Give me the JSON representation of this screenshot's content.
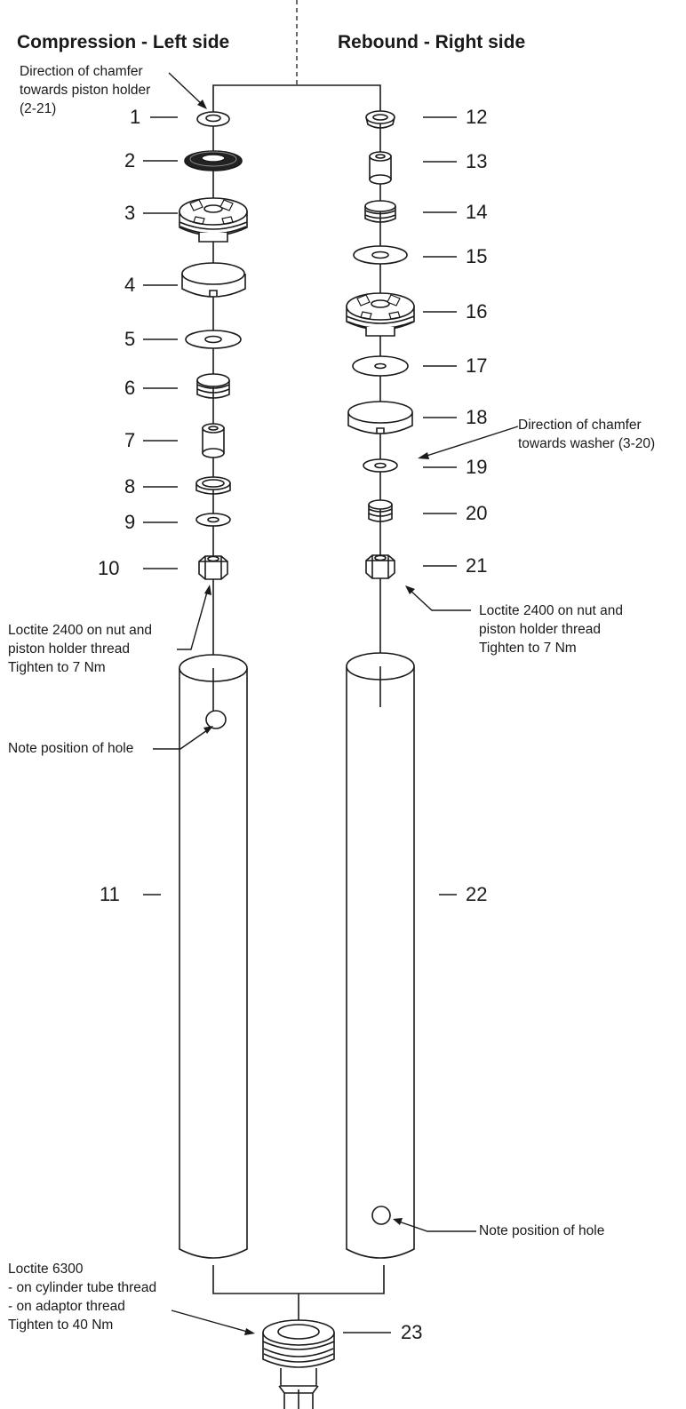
{
  "headers": {
    "left": "Compression - Left side",
    "right": "Rebound - Right side"
  },
  "part_numbers": {
    "p1": "1",
    "p2": "2",
    "p3": "3",
    "p4": "4",
    "p5": "5",
    "p6": "6",
    "p7": "7",
    "p8": "8",
    "p9": "9",
    "p10": "10",
    "p11": "11",
    "p12": "12",
    "p13": "13",
    "p14": "14",
    "p15": "15",
    "p16": "16",
    "p17": "17",
    "p18": "18",
    "p19": "19",
    "p20": "20",
    "p21": "21",
    "p22": "22",
    "p23": "23"
  },
  "notes": {
    "chamfer_left": "Direction of chamfer\ntowards piston holder\n(2-21)",
    "chamfer_right": "Direction of chamfer\ntowards washer (3-20)",
    "loctite_left": "Loctite 2400 on nut and\npiston holder thread\nTighten to 7 Nm",
    "loctite_right": "Loctite 2400 on nut and\npiston holder thread\nTighten to 7 Nm",
    "hole_left": "Note position of hole",
    "hole_right": "Note position of hole",
    "loctite_bottom": "Loctite 6300\n- on cylinder tube thread\n- on adaptor thread\nTighten to 40 Nm"
  }
}
